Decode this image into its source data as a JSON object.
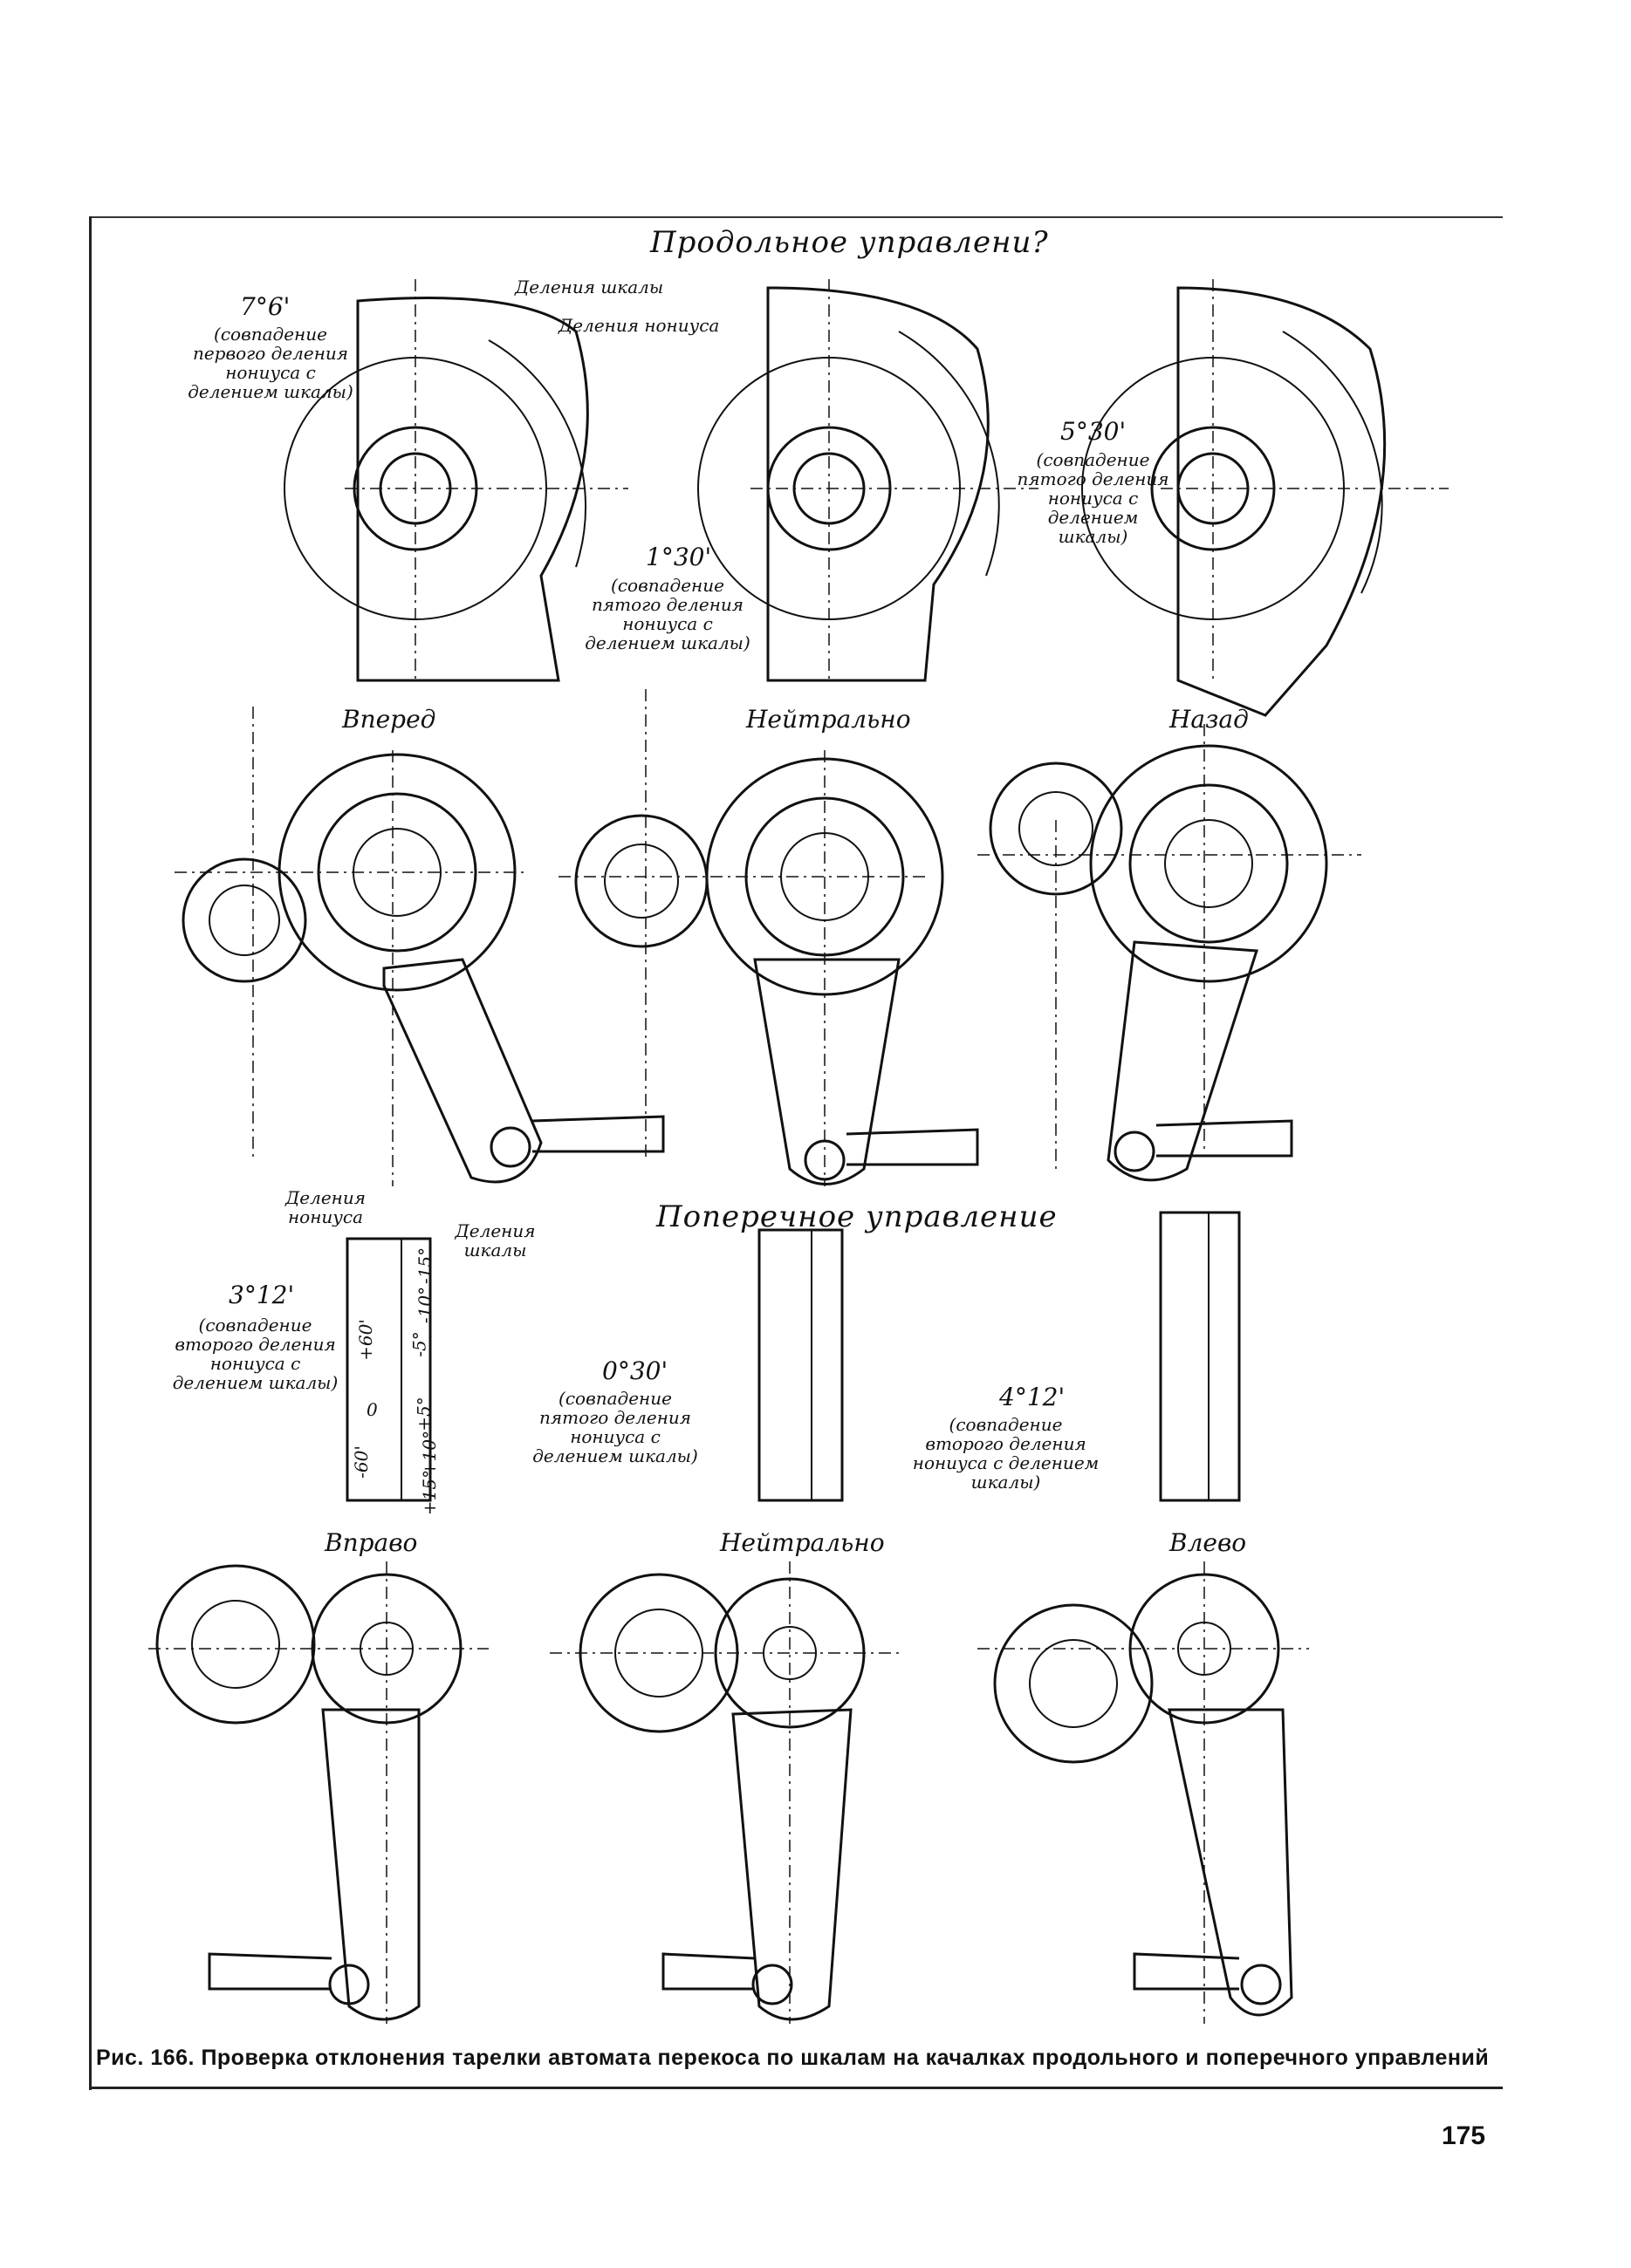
{
  "figure": {
    "title_longitudinal": "Продольное управлени?",
    "title_lateral": "Поперечное управление",
    "scale_divisions": "Деления шкалы",
    "vernier_divisions": "Деления нониуса",
    "vernier_divisions_short": "Деления нониуса",
    "scale_divisions_short": "Деления шкалы",
    "top_row": [
      {
        "value": "7°6'",
        "note": "(совпадение первого деления нониуса с делением шкалы)"
      },
      {
        "value": "1°30'",
        "note": "(совпадение пятого деления нониуса с делением шкалы)"
      },
      {
        "value": "5°30'",
        "note": "(совпадение пятого деления нониуса с делением шкалы)"
      }
    ],
    "positions_longitudinal": [
      "Вперед",
      "Нейтрально",
      "Назад"
    ],
    "lateral_readings": [
      {
        "value": "3°12'",
        "note": "(совпадение второго деления нониуса с делением шкалы)"
      },
      {
        "value": "0°30'",
        "note": "(совпадение пятого деления нониуса с делением шкалы)"
      },
      {
        "value": "4°12'",
        "note": "(совпадение второго деления нониуса с делением шкалы)"
      }
    ],
    "positions_lateral": [
      "Вправо",
      "Нейтрально",
      "Влево"
    ],
    "scale_ticks": [
      "+60'",
      "0",
      "-60'",
      "-15°",
      "-10°",
      "-5°",
      "+5°",
      "+10°",
      "+15°"
    ]
  },
  "caption": "Рис. 166. Проверка отклонения тарелки автомата перекоса по шкалам на качалках продольного и поперечного управлений",
  "page_number": "175"
}
